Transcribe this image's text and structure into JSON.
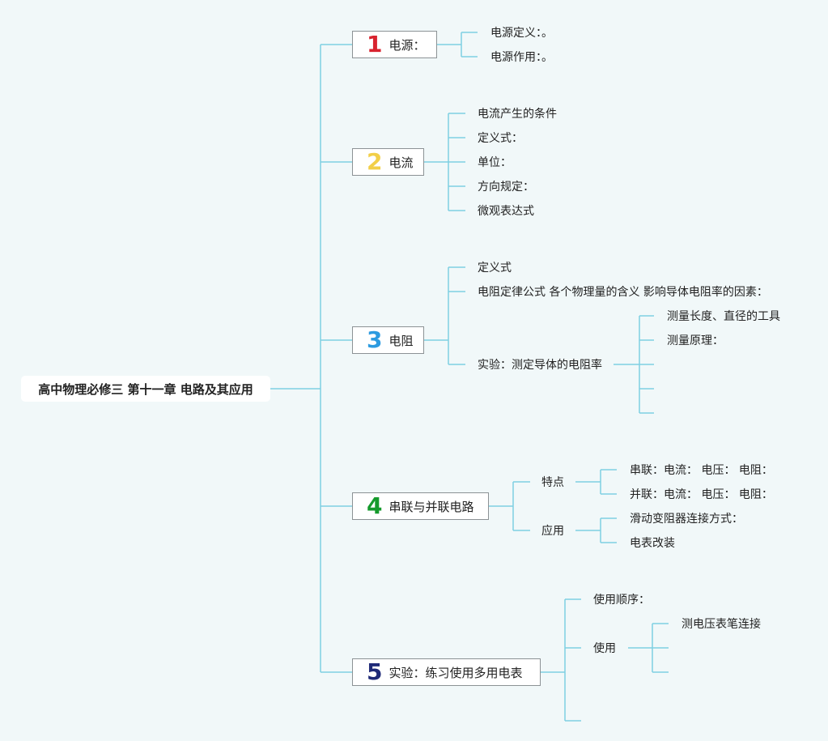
{
  "root": {
    "title": "高中物理必修三 第十一章 电路及其应用"
  },
  "branches": [
    {
      "number": "1",
      "number_color": "#d8232f",
      "label": "电源：",
      "children": [
        "电源定义：。",
        "电源作用：。"
      ]
    },
    {
      "number": "2",
      "number_color": "#f2cf48",
      "label": "电流",
      "children": [
        "电流产生的条件",
        "定义式：",
        "单位：",
        "方向规定：",
        "微观表达式"
      ]
    },
    {
      "number": "3",
      "number_color": "#2d9be0",
      "label": "电阻",
      "children": [
        "定义式",
        "电阻定律公式 各个物理量的含义 影响导体电阻率的因素：",
        "实验：测定导体的电阻率"
      ],
      "experiment_children": [
        "测量长度、直径的工具",
        "测量原理："
      ]
    },
    {
      "number": "4",
      "number_color": "#159a2c",
      "label": "串联与并联电路",
      "groups": [
        {
          "label": "特点",
          "children": [
            "串联：电流： 电压： 电阻：",
            "并联：电流： 电压： 电阻："
          ]
        },
        {
          "label": "应用",
          "children": [
            "滑动变阻器连接方式：",
            "电表改装"
          ]
        }
      ]
    },
    {
      "number": "5",
      "number_color": "#1f2a78",
      "label": "实验：练习使用多用电表",
      "children": [
        "使用顺序：",
        "使用"
      ],
      "use_children": [
        "测电压表笔连接"
      ]
    }
  ],
  "colors": {
    "line": "#7fd0e3",
    "background": "#f1f8f9",
    "box_border": "#8c9295"
  }
}
